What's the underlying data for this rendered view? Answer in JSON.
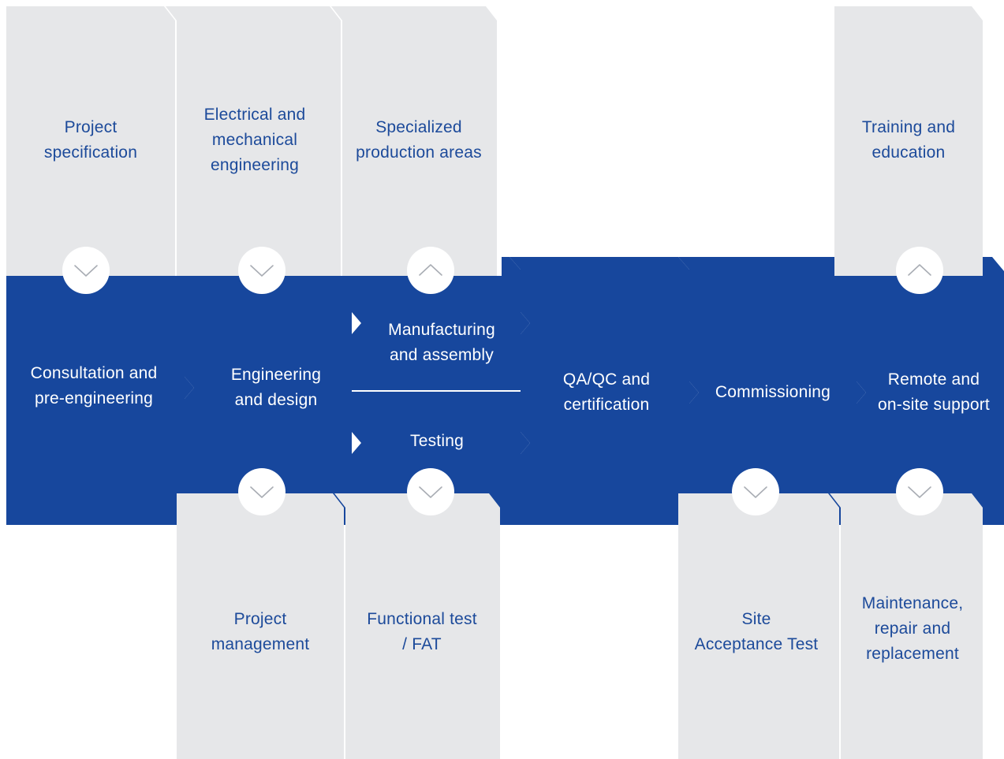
{
  "colors": {
    "blue": "#17479d",
    "gray": "#e6e7e9",
    "gray_text": "#1c4a9a",
    "white": "#ffffff",
    "chevron": "#a9adb4"
  },
  "gray_cards": [
    {
      "id": "project-specification",
      "text": "Project\nspecification",
      "toggle": "chevron-down-icon"
    },
    {
      "id": "electrical-mechanical-engineering",
      "text": "Electrical and\nmechanical\nengineering",
      "toggle": "chevron-down-icon"
    },
    {
      "id": "specialized-production-areas",
      "text": "Specialized\nproduction areas",
      "toggle": "chevron-up-icon"
    },
    {
      "id": "training-education",
      "text": "Training and\neducation",
      "toggle": "chevron-up-icon"
    },
    {
      "id": "project-management",
      "text": "Project\nmanagement",
      "toggle": "chevron-down-icon"
    },
    {
      "id": "functional-test-fat",
      "text": "Functional test\n/ FAT",
      "toggle": "chevron-down-icon"
    },
    {
      "id": "site-acceptance-test",
      "text": "Site\nAcceptance Test",
      "toggle": "chevron-down-icon"
    },
    {
      "id": "maintenance-repair",
      "text": "Maintenance,\nrepair and\nreplacement",
      "toggle": "chevron-down-icon"
    }
  ],
  "blue_steps": [
    {
      "id": "consultation",
      "text": "Consultation and\npre-engineering"
    },
    {
      "id": "engineering-design",
      "text": "Engineering\nand design"
    },
    {
      "id": "manufacturing-assembly",
      "text": "Manufacturing\nand assembly"
    },
    {
      "id": "testing",
      "text": "Testing"
    },
    {
      "id": "qa-qc-certification",
      "text": "QA/QC and\ncertification"
    },
    {
      "id": "commissioning",
      "text": "Commissioning"
    },
    {
      "id": "remote-onsite-support",
      "text": "Remote and\non-site support"
    }
  ]
}
